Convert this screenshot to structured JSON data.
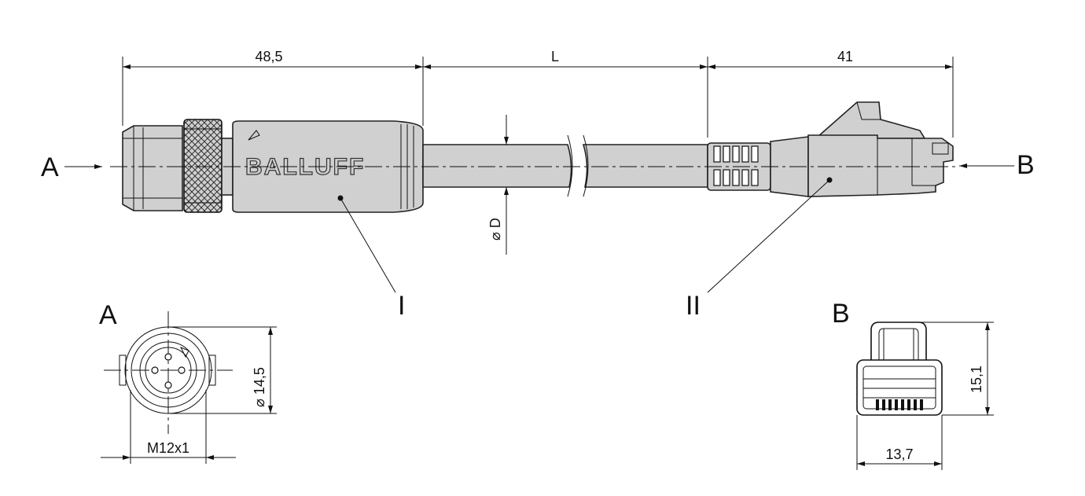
{
  "dimensions": {
    "left_length": "48,5",
    "cable_length": "L",
    "right_length": "41",
    "cable_diameter": "⌀ D",
    "m12_diameter": "⌀ 14,5",
    "m12_thread": "M12x1",
    "rj45_height": "15,1",
    "rj45_width": "13,7"
  },
  "labels": {
    "end_a": "A",
    "end_b": "B",
    "view_a": "A",
    "view_b": "B",
    "part_1": "I",
    "part_2": "II"
  },
  "brand_text": "BALLUFF",
  "colors": {
    "body_fill": "#d0d0d0",
    "line": "#111111"
  }
}
